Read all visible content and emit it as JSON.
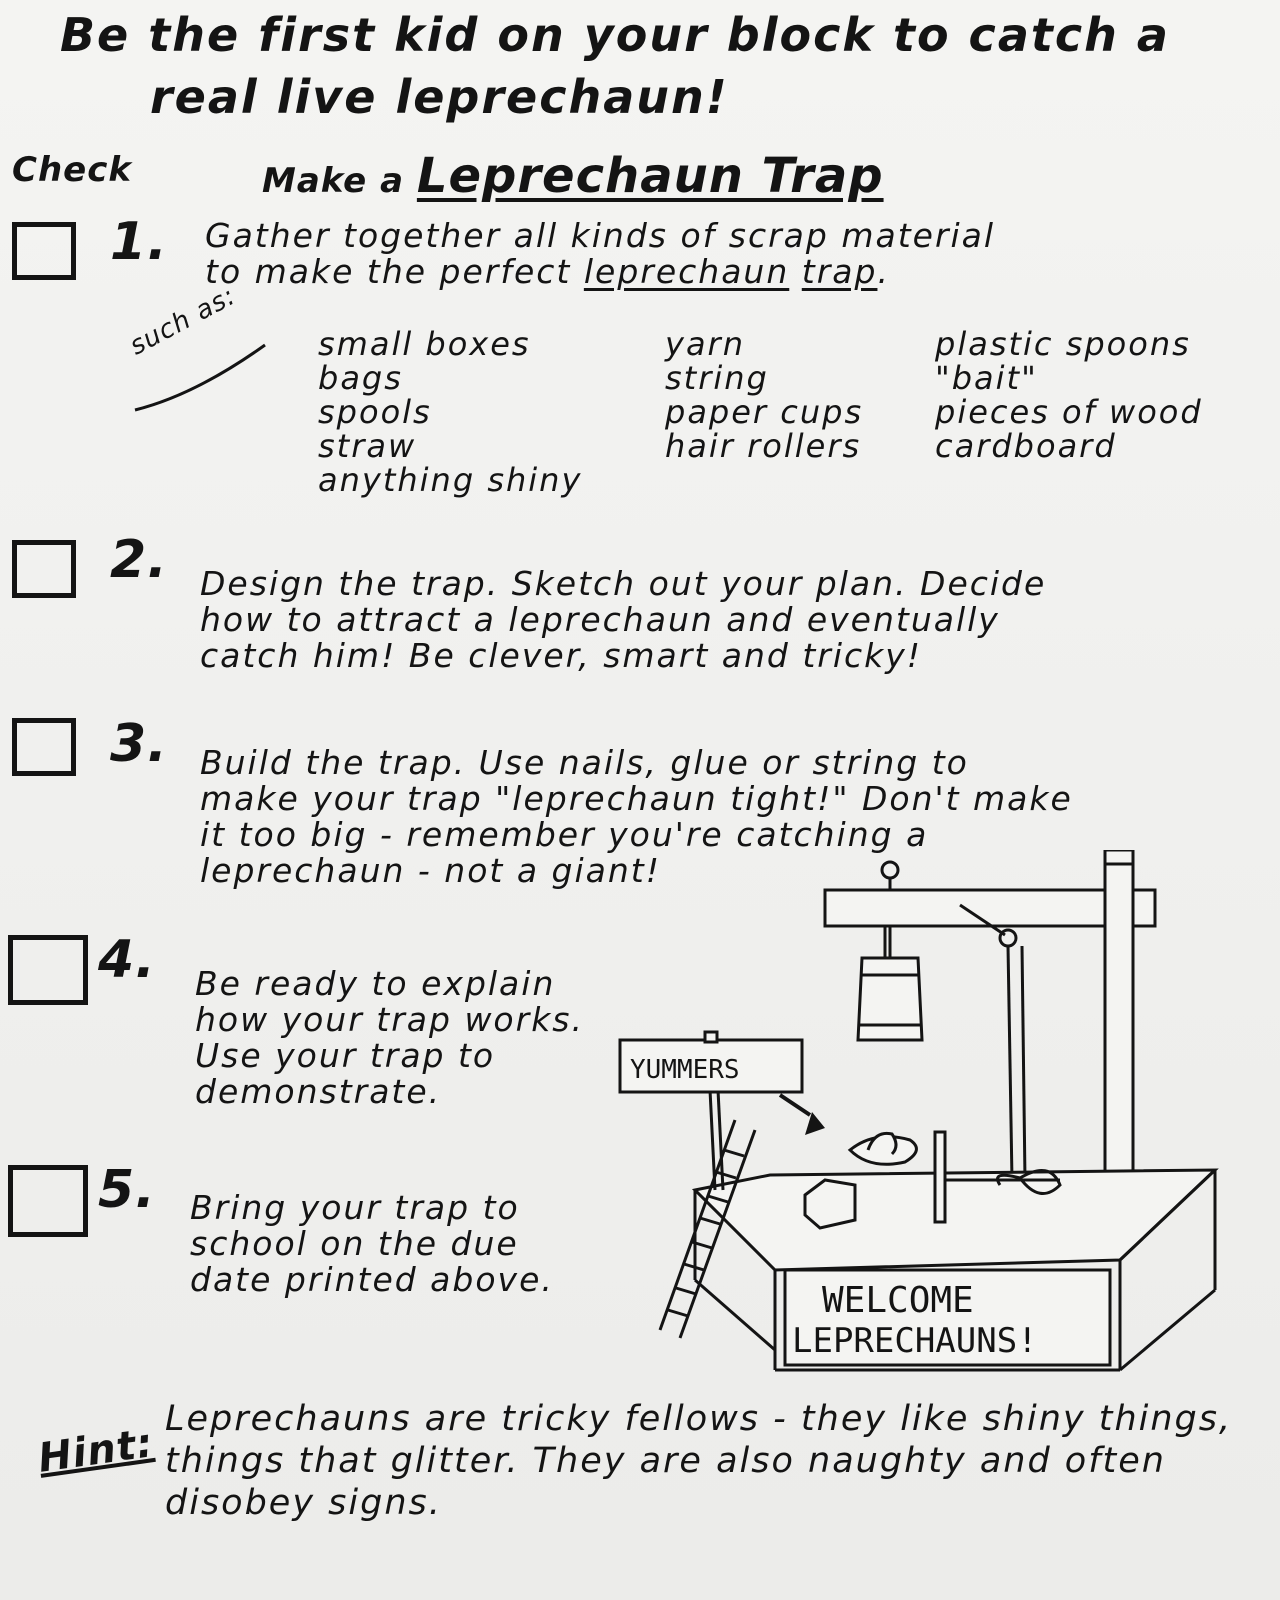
{
  "header": {
    "line1": "Be the first kid on your block to catch a",
    "line2": "real live leprechaun!",
    "check_label": "Check",
    "make_prefix": "Make a",
    "trap_title": "Leprechaun Trap"
  },
  "steps": [
    {
      "number": "1.",
      "text_a": "Gather together all kinds of scrap material",
      "text_b_pre": "to make the perfect ",
      "text_b_u1": "leprechaun",
      "text_b_u2": "trap",
      "text_b_post": "."
    },
    {
      "number": "2.",
      "line1": "Design the trap. Sketch out your plan. Decide",
      "line2": "how to attract a leprechaun and eventually",
      "line3": "catch him! Be clever, smart and tricky!"
    },
    {
      "number": "3.",
      "line1": "Build the trap. Use nails, glue or string to",
      "line2": "make your trap \"leprechaun tight!\" Don't make",
      "line3": "it too big - remember you're catching a",
      "line4": "leprechaun - not a giant!"
    },
    {
      "number": "4.",
      "line1": "Be ready to explain",
      "line2": "how your trap works.",
      "line3": "Use your trap to",
      "line4": "demonstrate."
    },
    {
      "number": "5.",
      "line1": "Bring your trap to",
      "line2": "school on the due",
      "line3": "date printed above."
    }
  ],
  "materials": {
    "label": "such as:",
    "col1": [
      "small boxes",
      "bags",
      "spools",
      "straw",
      "anything shiny"
    ],
    "col2": [
      "yarn",
      "string",
      "paper cups",
      "hair rollers"
    ],
    "col3": [
      "plastic spoons",
      "\"bait\"",
      "pieces of wood",
      "cardboard"
    ]
  },
  "illustration": {
    "sign": "YUMMERS",
    "welcome_line1": "WELCOME",
    "welcome_line2": "LEPRECHAUNS!"
  },
  "hint": {
    "label": "Hint:",
    "text": "Leprechauns are tricky fellows - they like shiny things, things that glitter. They are also naughty and often disobey signs."
  }
}
